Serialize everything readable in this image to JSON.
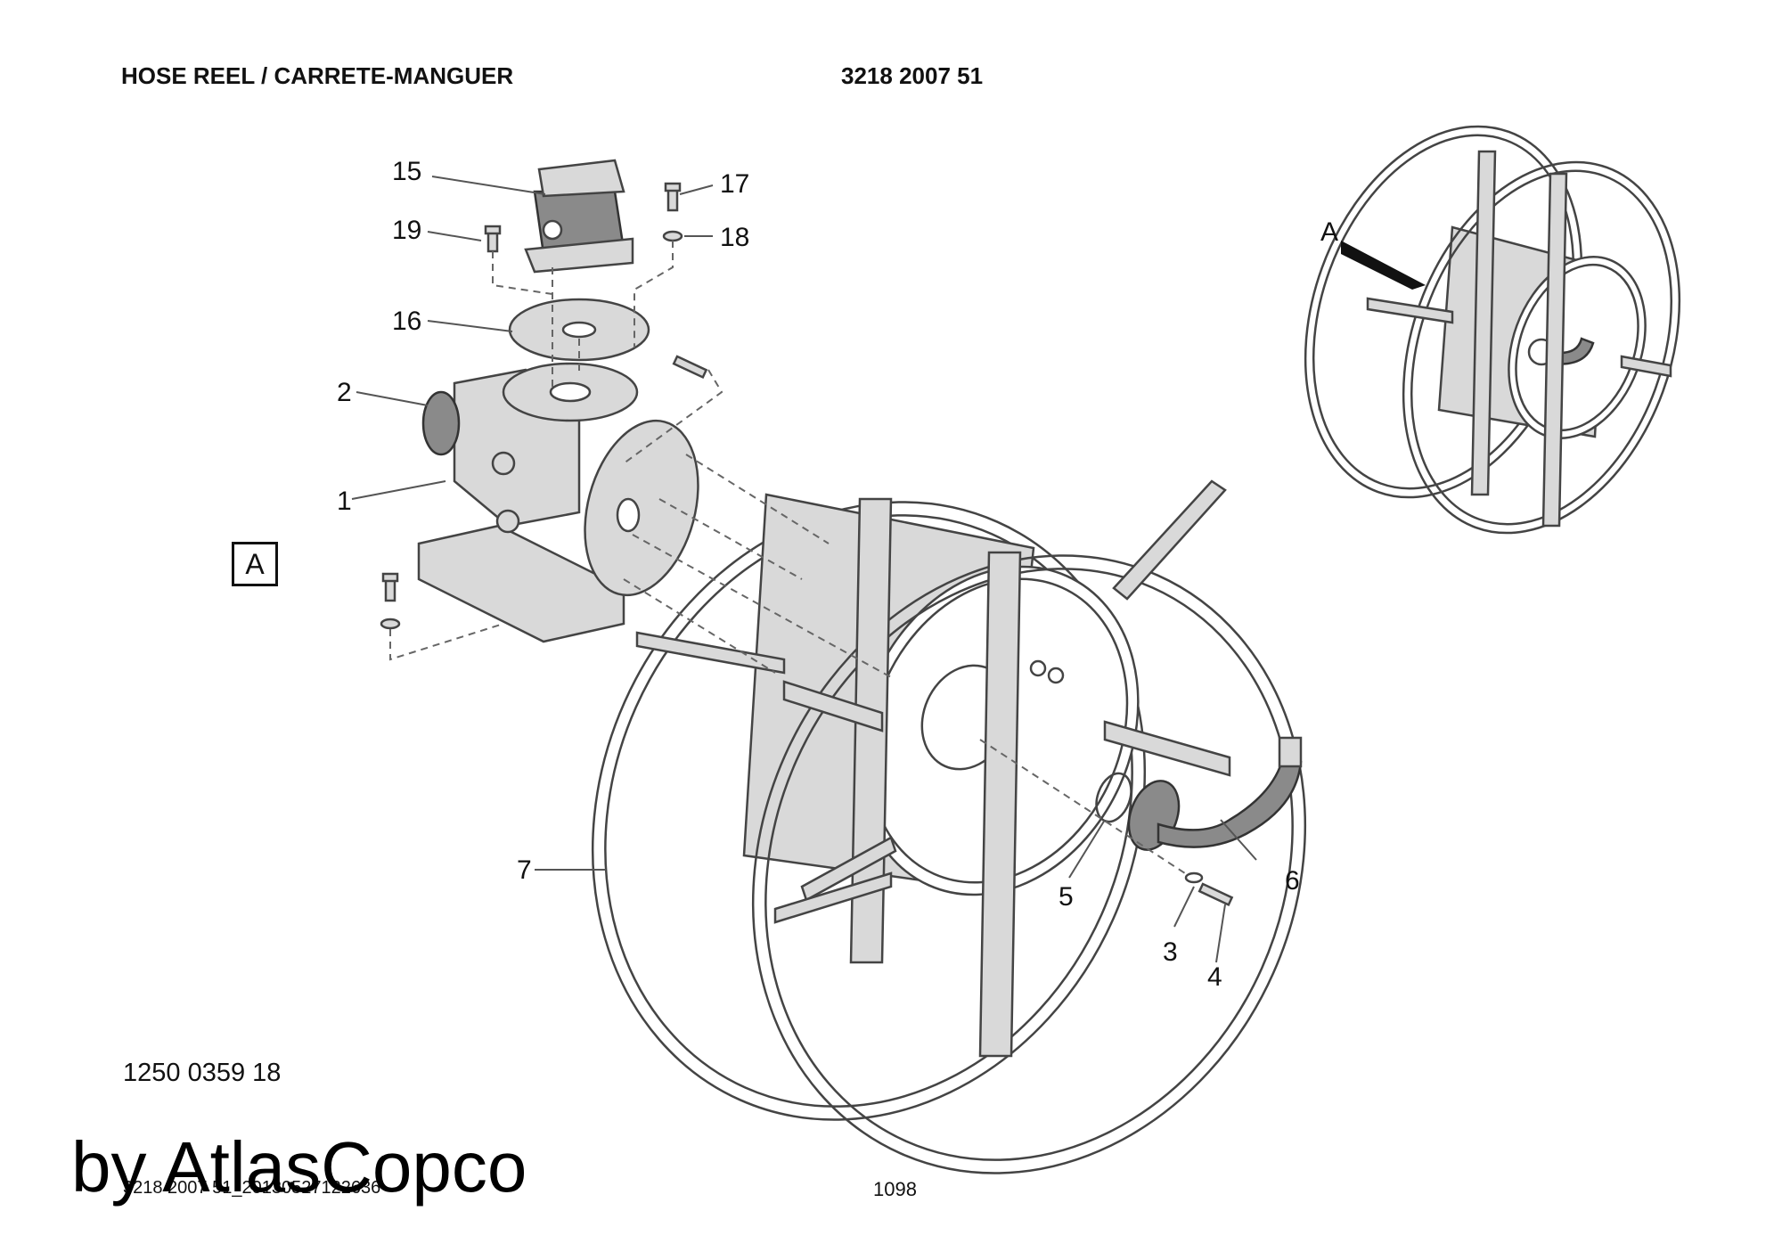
{
  "header": {
    "title": "HOSE REEL / CARRETE-MANGUER",
    "part_number": "3218 2007 51"
  },
  "view_label": "A",
  "view_arrow_label": "A",
  "callouts": {
    "c1": "1",
    "c2": "2",
    "c3": "3",
    "c4": "4",
    "c5": "5",
    "c6": "6",
    "c7": "7",
    "c15": "15",
    "c16": "16",
    "c17": "17",
    "c18": "18",
    "c19": "19"
  },
  "drawing_number": "1250 0359 18",
  "watermark": "by AtlasCopco",
  "footer": {
    "file_ref": "3218 2007 51_20130527122636",
    "page": "1098"
  }
}
